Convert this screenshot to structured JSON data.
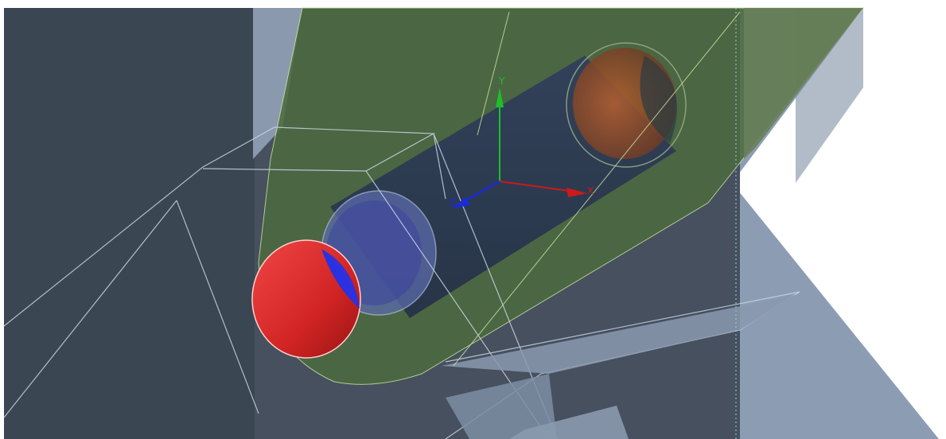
{
  "viewport": {
    "background": "#ffffff",
    "scene": "3d-cad-viewport"
  },
  "triad": {
    "x_label": "X",
    "y_label": "Y",
    "z_label": "Z",
    "x_color": "#cc1a1a",
    "y_color": "#1cbf2a",
    "z_color": "#1a2ad6"
  },
  "colors": {
    "dark_block": "#3b4653",
    "light_block": "#8c9bb0",
    "green_part": "#4c6b3e",
    "bore_highlight_red": "#e02a2a",
    "bore_highlight_blue": "#2a32e0",
    "bore_far_orange": "#b05a2a",
    "edge_light": "#c8d4e2",
    "edge_green": "#c8dfa0"
  }
}
